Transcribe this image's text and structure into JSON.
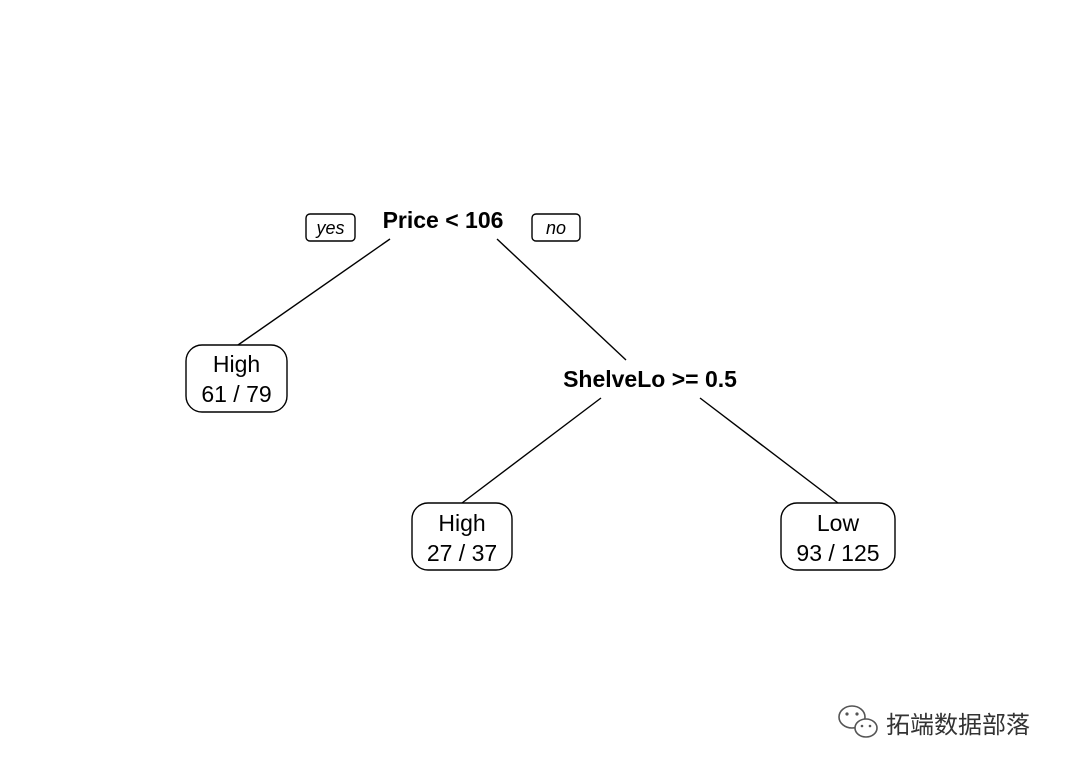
{
  "tree": {
    "root": {
      "label": "Price < 106",
      "yes_tag": "yes",
      "no_tag": "no"
    },
    "leaf_left": {
      "class": "High",
      "counts": "61 / 79"
    },
    "split2": {
      "label": "ShelveLo >= 0.5"
    },
    "leaf_mid": {
      "class": "High",
      "counts": "27 / 37"
    },
    "leaf_right": {
      "class": "Low",
      "counts": "93 / 125"
    }
  },
  "watermark": {
    "text": "拓端数据部落",
    "icon": "wechat-icon"
  }
}
